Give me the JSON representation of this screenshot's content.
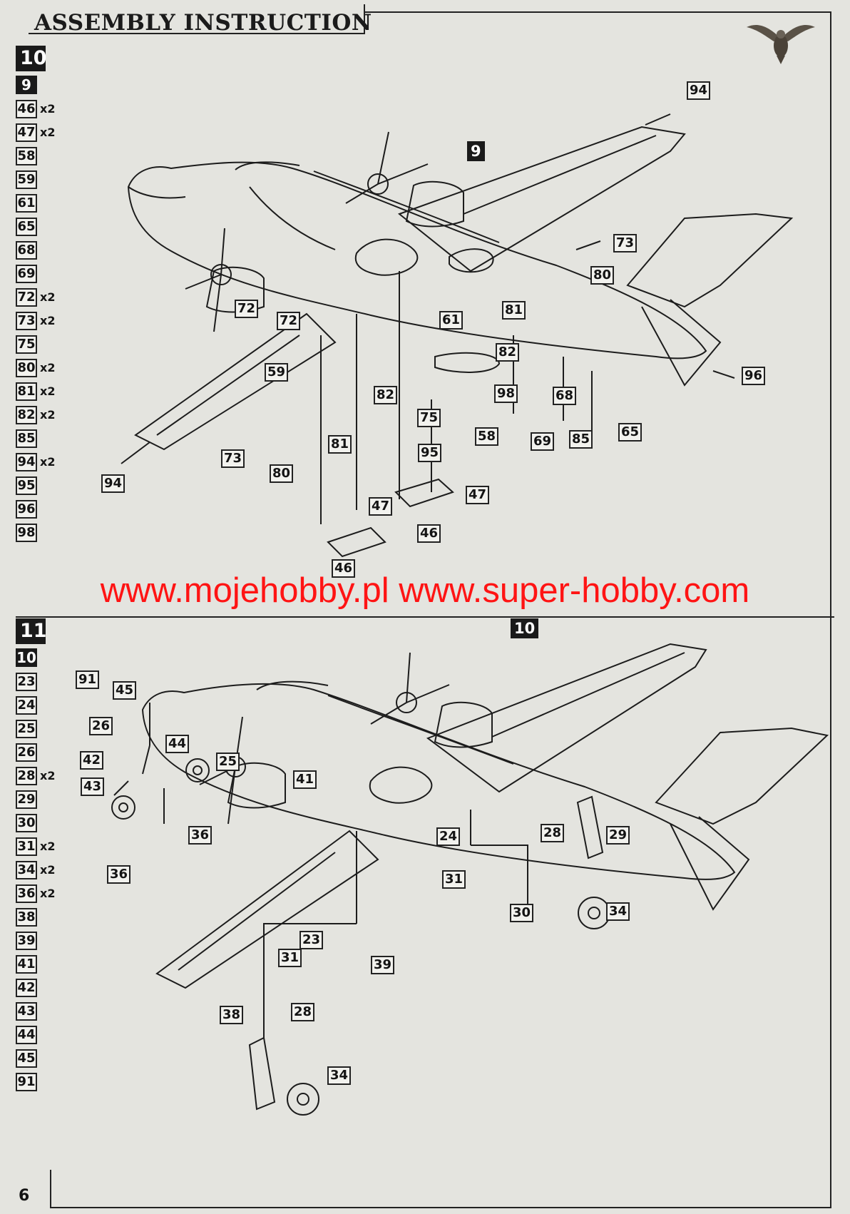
{
  "header": {
    "title": "ASSEMBLY INSTRUCTION"
  },
  "watermark": {
    "text": "www.mojehobby.pl www.super-hobby.com"
  },
  "page_number": "6",
  "steps": [
    {
      "number": "10",
      "previous_step": "9",
      "diagram_step_label": "9",
      "parts": [
        {
          "id": "46",
          "qty": "x2"
        },
        {
          "id": "47",
          "qty": "x2"
        },
        {
          "id": "58",
          "qty": ""
        },
        {
          "id": "59",
          "qty": ""
        },
        {
          "id": "61",
          "qty": ""
        },
        {
          "id": "65",
          "qty": ""
        },
        {
          "id": "68",
          "qty": ""
        },
        {
          "id": "69",
          "qty": ""
        },
        {
          "id": "72",
          "qty": "x2"
        },
        {
          "id": "73",
          "qty": "x2"
        },
        {
          "id": "75",
          "qty": ""
        },
        {
          "id": "80",
          "qty": "x2"
        },
        {
          "id": "81",
          "qty": "x2"
        },
        {
          "id": "82",
          "qty": "x2"
        },
        {
          "id": "85",
          "qty": ""
        },
        {
          "id": "94",
          "qty": "x2"
        },
        {
          "id": "95",
          "qty": ""
        },
        {
          "id": "96",
          "qty": ""
        },
        {
          "id": "98",
          "qty": ""
        }
      ],
      "callouts": [
        "94",
        "73",
        "80",
        "72",
        "72",
        "81",
        "61",
        "82",
        "96",
        "59",
        "82",
        "98",
        "68",
        "75",
        "58",
        "95",
        "69",
        "85",
        "65",
        "73",
        "80",
        "81",
        "94",
        "47",
        "47",
        "46",
        "46"
      ]
    },
    {
      "number": "11",
      "previous_step": "10",
      "diagram_step_label": "10",
      "parts": [
        {
          "id": "23",
          "qty": ""
        },
        {
          "id": "24",
          "qty": ""
        },
        {
          "id": "25",
          "qty": ""
        },
        {
          "id": "26",
          "qty": ""
        },
        {
          "id": "28",
          "qty": "x2"
        },
        {
          "id": "29",
          "qty": ""
        },
        {
          "id": "30",
          "qty": ""
        },
        {
          "id": "31",
          "qty": "x2"
        },
        {
          "id": "34",
          "qty": "x2"
        },
        {
          "id": "36",
          "qty": "x2"
        },
        {
          "id": "38",
          "qty": ""
        },
        {
          "id": "39",
          "qty": ""
        },
        {
          "id": "41",
          "qty": ""
        },
        {
          "id": "42",
          "qty": ""
        },
        {
          "id": "43",
          "qty": ""
        },
        {
          "id": "44",
          "qty": ""
        },
        {
          "id": "45",
          "qty": ""
        },
        {
          "id": "91",
          "qty": ""
        }
      ],
      "callouts": [
        "91",
        "45",
        "26",
        "44",
        "42",
        "25",
        "43",
        "41",
        "36",
        "36",
        "24",
        "28",
        "29",
        "31",
        "30",
        "34",
        "23",
        "31",
        "39",
        "38",
        "28",
        "34"
      ]
    }
  ]
}
